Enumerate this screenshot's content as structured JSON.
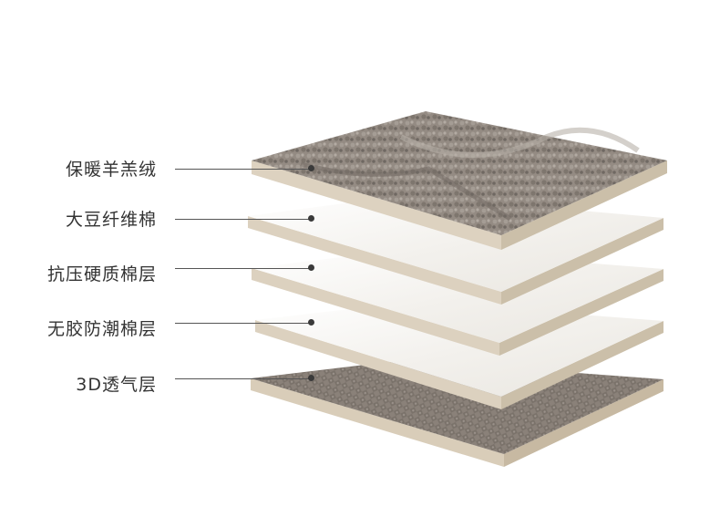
{
  "layers": [
    {
      "label": "保暖羊羔绒"
    },
    {
      "label": "大豆纤维棉"
    },
    {
      "label": "抗压硬质棉层"
    },
    {
      "label": "无胶防潮棉层"
    },
    {
      "label": "3D透气层"
    }
  ],
  "colors": {
    "edge": "#d8ccb8",
    "edge_dark": "#c9bba4",
    "fleece": "#8f8780",
    "cotton": "#f4f2ee",
    "mesh": "#857c74",
    "leader": "#555555",
    "text": "#333333"
  }
}
